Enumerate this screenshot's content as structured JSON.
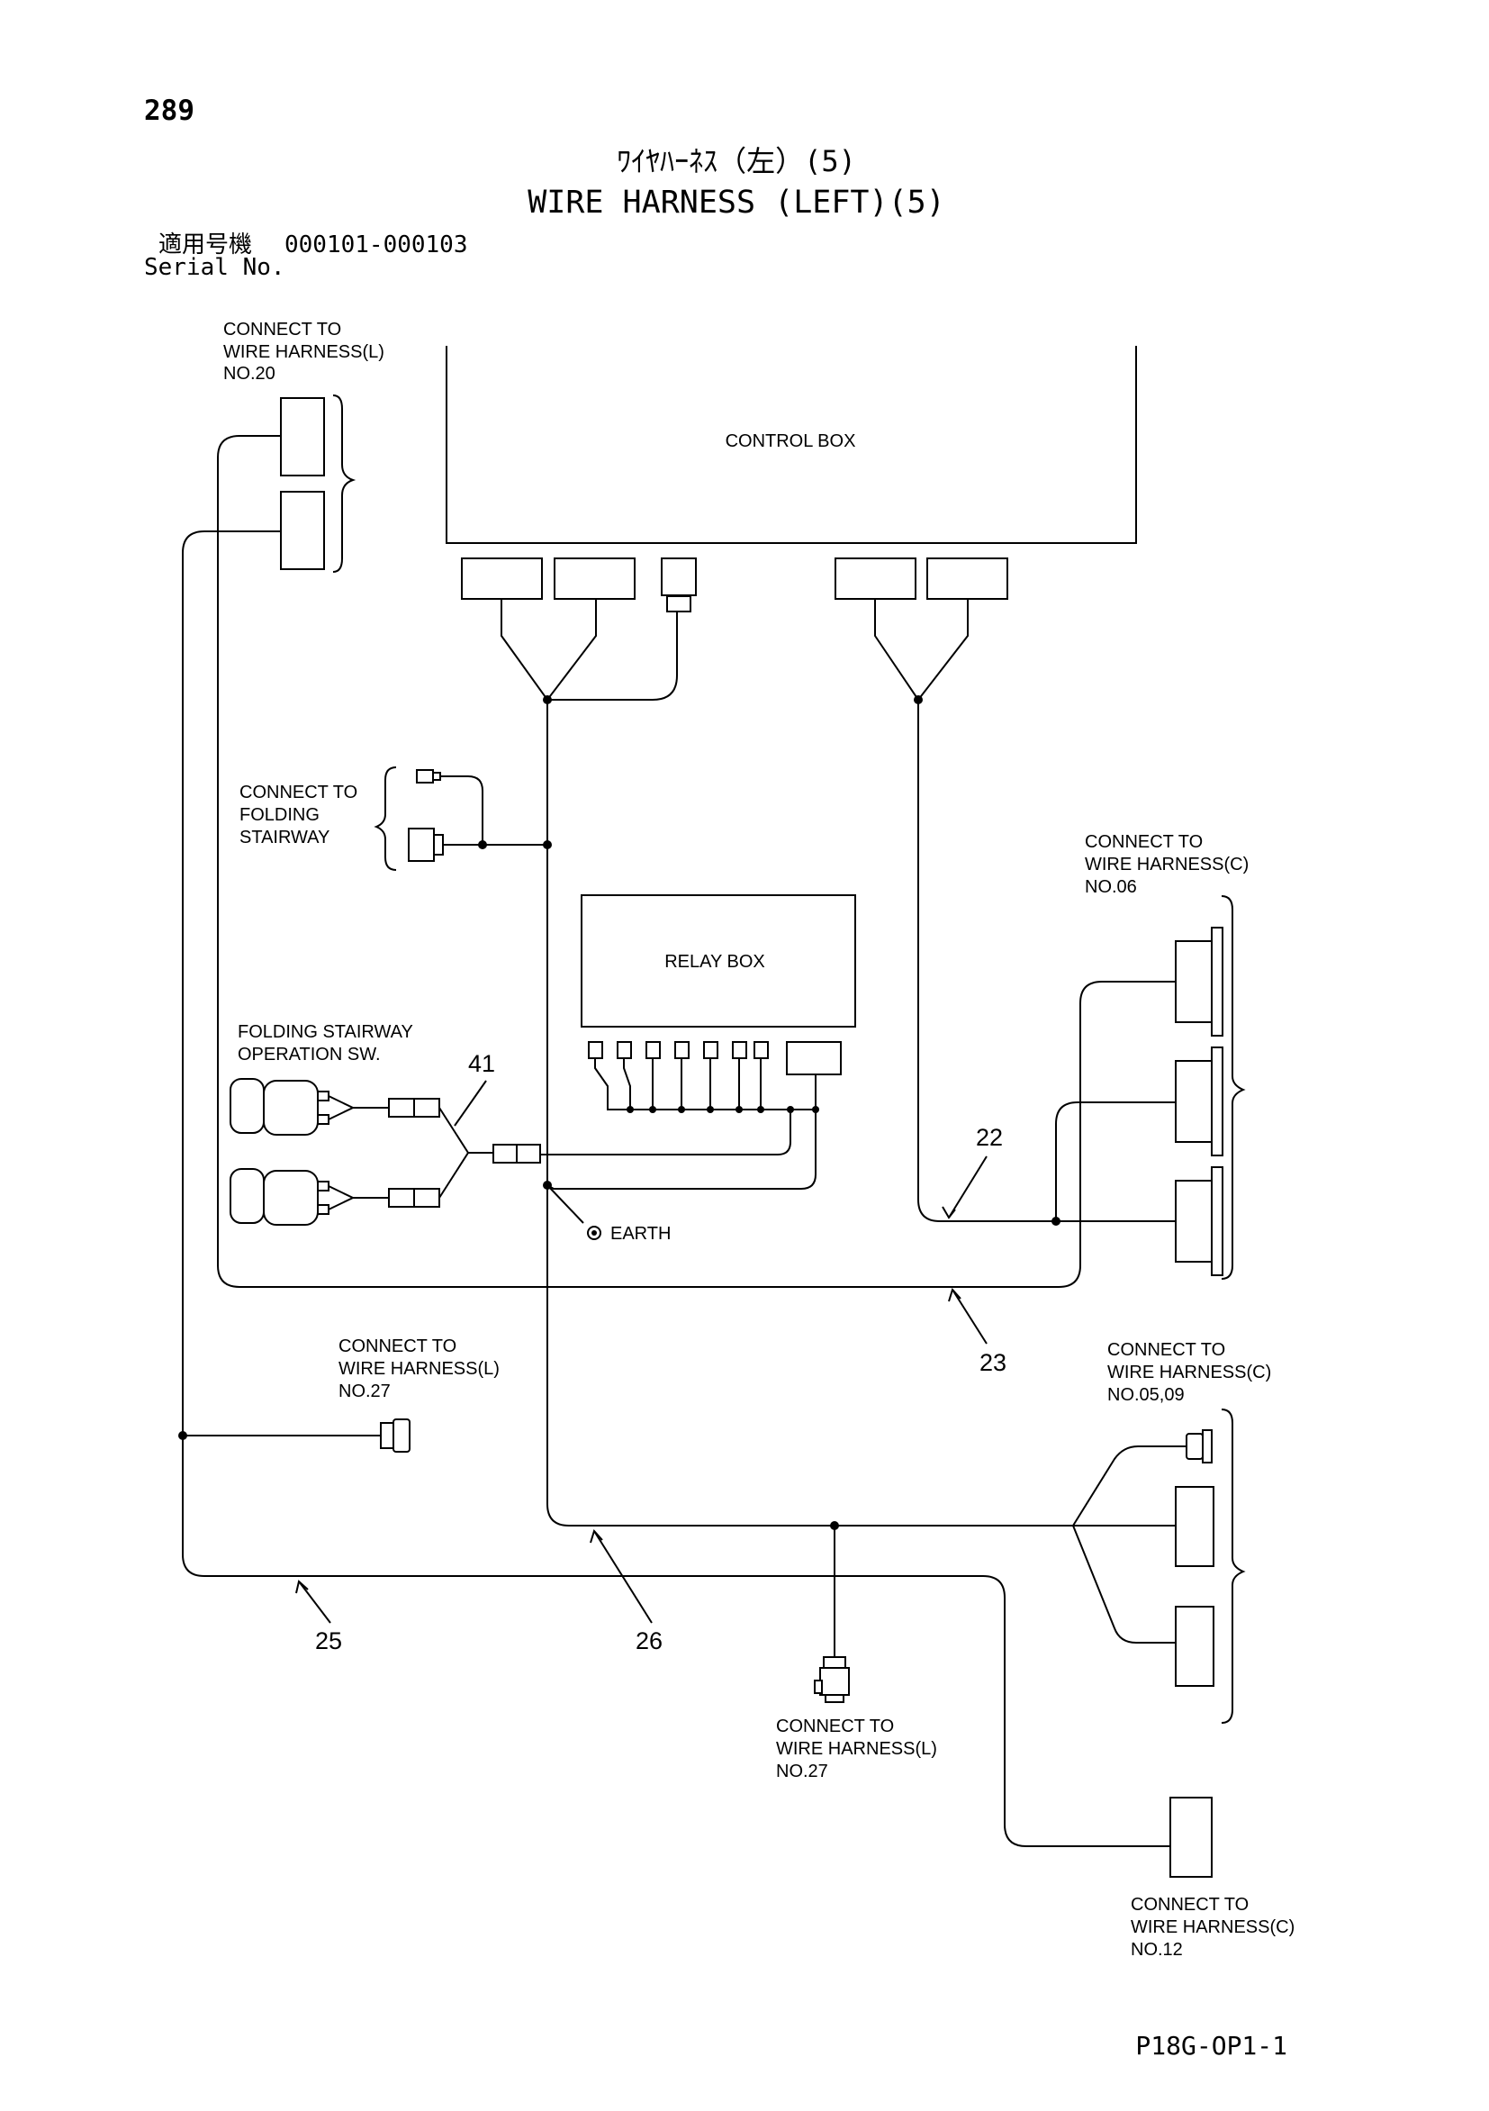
{
  "header": {
    "page_number": "289",
    "title_ja": "ﾜｲﾔﾊｰﾈｽ（左）(5)",
    "title_en": "WIRE HARNESS (LEFT)(5)",
    "serial_label_ja": "適用号機",
    "serial_range": "000101-000103",
    "serial_label_en": "Serial No."
  },
  "diagram": {
    "control_box": "CONTROL BOX",
    "relay_box": "RELAY BOX",
    "earth": "EARTH",
    "connect_harness_l_20": [
      "CONNECT TO",
      "WIRE HARNESS(L)",
      "NO.20"
    ],
    "connect_folding_stairway": [
      "CONNECT TO",
      "FOLDING",
      "STAIRWAY"
    ],
    "folding_stairway_sw": [
      "FOLDING STAIRWAY",
      "OPERATION SW."
    ],
    "connect_harness_c_06": [
      "CONNECT TO",
      "WIRE HARNESS(C)",
      "NO.06"
    ],
    "connect_harness_l_27_left": [
      "CONNECT TO",
      "WIRE HARNESS(L)",
      "NO.27"
    ],
    "connect_harness_c_05_09": [
      "CONNECT TO",
      "WIRE HARNESS(C)",
      "NO.05,09"
    ],
    "connect_harness_l_27_bottom": [
      "CONNECT TO",
      "WIRE HARNESS(L)",
      "NO.27"
    ],
    "connect_harness_c_12": [
      "CONNECT TO",
      "WIRE HARNESS(C)",
      "NO.12"
    ],
    "callouts": [
      "41",
      "22",
      "23",
      "25",
      "26"
    ]
  },
  "footer": {
    "drawing_code": "P18G-OP1-1"
  }
}
